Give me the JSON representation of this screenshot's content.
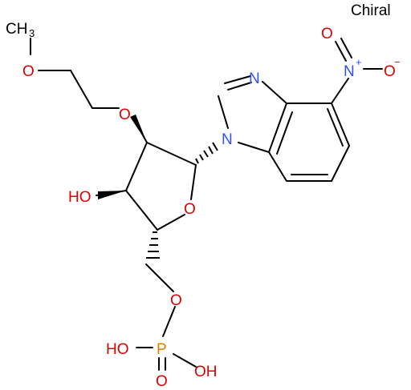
{
  "chiral_flag": "Chiral",
  "colors": {
    "oxygen": "#E00000",
    "nitrogen": "#3050F8",
    "phosphorus": "#E08000",
    "carbon_bond": "#000000"
  },
  "atoms": {
    "methyl_ch": "CH",
    "methyl_sub": "3",
    "ether_o1": "O",
    "ether_o2": "O",
    "hydroxyl": "HO",
    "ring_o": "O",
    "n1": "N",
    "n3": "N",
    "nitro_n": "N",
    "nitro_plus": "+",
    "nitro_o_double": "O",
    "nitro_o_minus": "O",
    "nitro_minus": "−",
    "phosphate_o": "O",
    "p": "P",
    "p_oh_left": "HO",
    "p_oh_right": "OH",
    "p_o_double": "O"
  }
}
